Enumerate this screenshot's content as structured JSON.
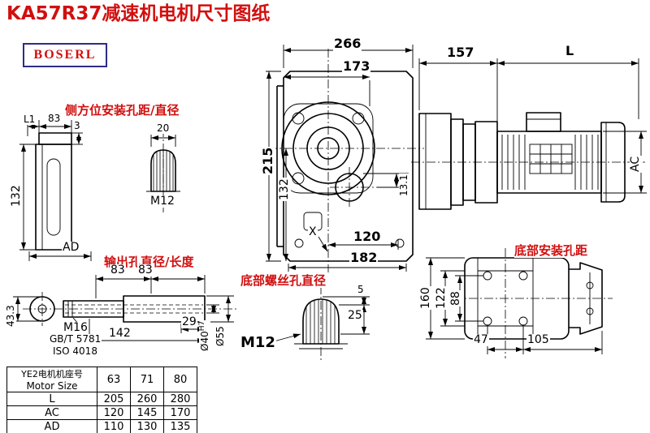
{
  "sheet": {
    "title": "KA57R37减速机电机尺寸图纸",
    "logo_text": "BOSERL"
  },
  "labels": {
    "side_mount": "侧方位安装孔距/直径",
    "output_hole": "输出孔直径/长度",
    "bottom_screw": "底部螺丝孔直径",
    "bottom_mount": "底部安装孔距"
  },
  "dims": {
    "w266": "266",
    "w173": "173",
    "w157": "157",
    "motor_len": "L",
    "h215": "215",
    "h132": "132",
    "h131": "13.1",
    "w120": "120",
    "w182": "182",
    "x_mark": "X",
    "ac": "AC",
    "l1": "L1",
    "side83": "83",
    "t3": "3",
    "w20": "20",
    "m12_side": "M12",
    "h132_left": "132",
    "ad": "AD",
    "out83a": "83",
    "out83b": "83",
    "m16": "M16",
    "gbt": "GB/T 5781",
    "iso": "ISO 4018",
    "l29": "29",
    "l142": "142",
    "h433": "43.3",
    "d40": "Ø40",
    "d40_fit": "H7",
    "d55": "Ø55",
    "b5": "5",
    "b25": "25",
    "m12_bottom": "M12",
    "v160": "160",
    "v122": "122",
    "v88": "88",
    "v47": "47",
    "v105": "105"
  },
  "table": {
    "header": {
      "title_cn": "YE2电机机座号",
      "title_en": "Motor Size",
      "c1": "63",
      "c2": "71",
      "c3": "80"
    },
    "rows": [
      {
        "name": "L",
        "c1": "205",
        "c2": "260",
        "c3": "280"
      },
      {
        "name": "AC",
        "c1": "120",
        "c2": "145",
        "c3": "170"
      },
      {
        "name": "AD",
        "c1": "110",
        "c2": "130",
        "c3": "135"
      }
    ]
  },
  "colors": {
    "accent_red": "#d10f0f",
    "line": "#000000",
    "logo_border": "#2d2d86"
  }
}
